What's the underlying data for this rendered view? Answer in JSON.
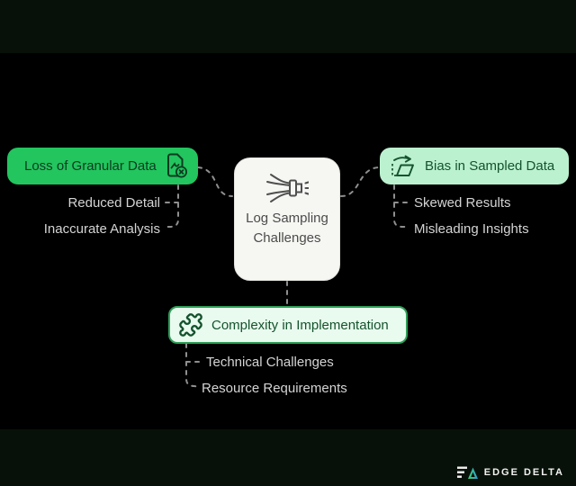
{
  "center": {
    "title": "Log Sampling Challenges",
    "icon": "log-sampling-funnel-icon"
  },
  "branches": [
    {
      "label": "Loss of Granular Data",
      "icon": "file-chart-error-icon",
      "style": "solid-green",
      "children": [
        "Reduced Detail",
        "Inaccurate Analysis"
      ]
    },
    {
      "label": "Bias in Sampled Data",
      "icon": "skewed-parallelogram-arrow-icon",
      "style": "light-green",
      "children": [
        "Skewed Results",
        "Misleading Insights"
      ]
    },
    {
      "label": "Complexity in Implementation",
      "icon": "puzzle-piece-icon",
      "style": "pale-green-outlined",
      "children": [
        "Technical Challenges",
        "Resource Requirements"
      ]
    }
  ],
  "footer": {
    "brand": "EDGE DELTA"
  },
  "colors": {
    "letterbox": "#081109",
    "background": "#000000",
    "bright_green": "#22c55e",
    "light_green": "#bbf1cf",
    "pale_green": "#e9faee",
    "green_border": "#2f9e57",
    "dark_green_text": "#14532d",
    "center_box_bg": "#f6f6f3",
    "center_text": "#4c4c4c",
    "sub_text": "#d4d4d4",
    "connector": "#8f8f8f",
    "brand_green": "#3ecf6e",
    "brand_blue": "#2e9bd6"
  }
}
